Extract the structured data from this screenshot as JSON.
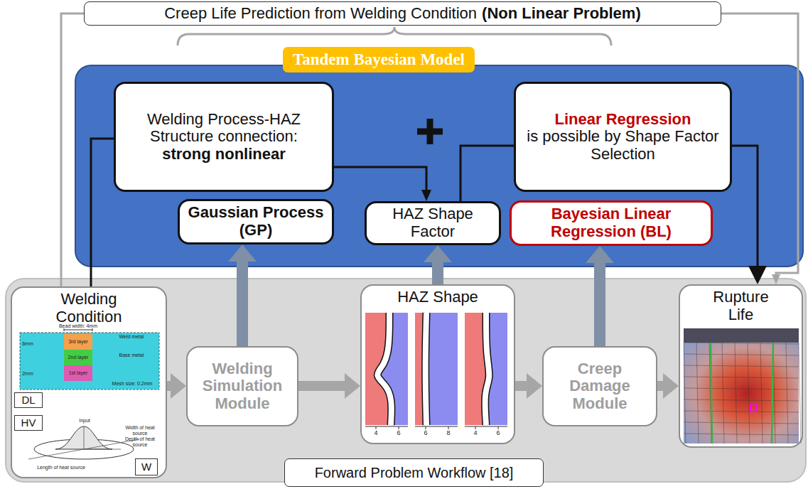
{
  "diagram": {
    "nodes": [
      {
        "text": [
          "Creep Life Prediction from Welding Condition",
          "(Non Linear Problem)"
        ]
      },
      {
        "text": [
          "Tandem Bayesian Model"
        ]
      },
      {
        "text": [
          "Welding Process-HAZ Structure connection:",
          "strong nonlinear"
        ],
        "in": 1
      },
      {
        "text": [
          "Linear Regression",
          "is possible by Shape Factor Selection"
        ],
        "in": 1
      },
      {
        "text": [
          "Gaussian Process (GP)"
        ],
        "in": 1
      },
      {
        "text": [
          "HAZ Shape Factor"
        ],
        "in": 1
      },
      {
        "text": [
          "Bayesian Linear Regression (BL)"
        ],
        "in": 1
      },
      {
        "text": [
          "Forward Problem Workflow [18]"
        ]
      },
      {
        "text": [
          "Welding Condition"
        ],
        "in": 7
      },
      {
        "text": [
          "DL"
        ],
        "in": 8
      },
      {
        "text": [
          "HV"
        ],
        "in": 8
      },
      {
        "text": [
          "W"
        ],
        "in": 8
      },
      {
        "text": [
          "Welding Simulation Module"
        ],
        "in": 7
      },
      {
        "text": [
          "HAZ Shape"
        ],
        "in": 7
      },
      {
        "text": [
          "Creep Damage Module"
        ],
        "in": 7
      },
      {
        "text": [
          "Rupture Life"
        ],
        "in": 7
      }
    ],
    "edges": [
      {
        "from": 0,
        "to": 8,
        "arrow": "none"
      },
      {
        "from": 0,
        "to": 15,
        "arrow": "to"
      },
      {
        "from": 8,
        "to": 2,
        "arrow": "none"
      },
      {
        "from": 2,
        "to": 5,
        "arrow": "to"
      },
      {
        "from": 5,
        "to": 3,
        "arrow": "none"
      },
      {
        "from": 3,
        "to": 15,
        "arrow": "to"
      },
      {
        "from": 8,
        "to": 12,
        "arrow": "to"
      },
      {
        "from": 12,
        "to": 13,
        "arrow": "to"
      },
      {
        "from": 13,
        "to": 14,
        "arrow": "to"
      },
      {
        "from": 14,
        "to": 15,
        "arrow": "to"
      },
      {
        "from": 12,
        "to": 4,
        "arrow": "to"
      },
      {
        "from": 13,
        "to": 5,
        "arrow": "to"
      },
      {
        "from": 14,
        "to": 6,
        "arrow": "to"
      }
    ],
    "labels": [
      "Bead width: 4mm",
      "Weld metal",
      "3rd layer",
      "2nd layer",
      "1st layer",
      "Base metal",
      "6mm",
      "2mm",
      "Mesh size: 0.2mm",
      "Input",
      "Width of heat source",
      "Depth of heat source",
      "Length of heat source",
      "4",
      "6",
      "6",
      "8",
      "4",
      "6"
    ]
  }
}
